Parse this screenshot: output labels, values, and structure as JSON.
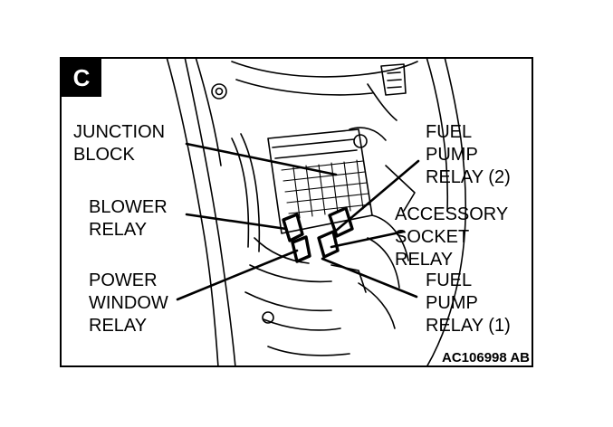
{
  "badge": "C",
  "labels": {
    "junction_block": [
      "JUNCTION",
      "BLOCK"
    ],
    "blower_relay": [
      "BLOWER",
      "RELAY"
    ],
    "power_window_relay": [
      "POWER",
      "WINDOW",
      "RELAY"
    ],
    "fuel_pump_relay_2": [
      "FUEL",
      "PUMP",
      "RELAY (2)"
    ],
    "accessory_socket_relay": [
      "ACCESSORY",
      "SOCKET",
      "RELAY"
    ],
    "fuel_pump_relay_1": [
      "FUEL",
      "PUMP",
      "RELAY (1)"
    ]
  },
  "figure_code": "AC106998 AB"
}
